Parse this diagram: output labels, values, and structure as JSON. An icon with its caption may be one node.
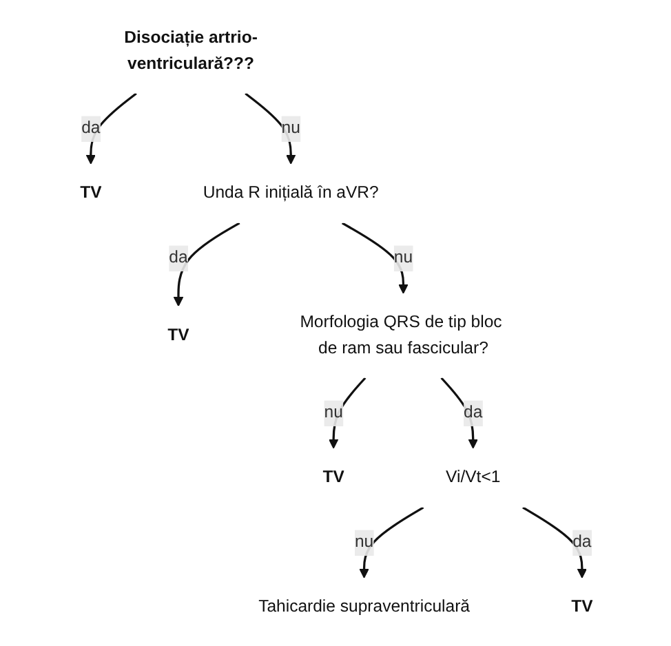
{
  "diagram": {
    "nodes": [
      {
        "text": [
          "Disociație artrio-ventriculară???"
        ]
      },
      {
        "text": [
          "TV"
        ]
      },
      {
        "text": [
          "Unda R inițială în aVR?"
        ]
      },
      {
        "text": [
          "TV"
        ]
      },
      {
        "text": [
          "Morfologia QRS de tip bloc de ram sau fascicular?"
        ]
      },
      {
        "text": [
          "TV"
        ]
      },
      {
        "text": [
          "Vi/Vt<1"
        ]
      },
      {
        "text": [
          "TV"
        ]
      },
      {
        "text": [
          "Tahicardie supraventriculară"
        ]
      }
    ],
    "edges": [
      {
        "from": 0,
        "to": 2,
        "label": "nu",
        "arrow": "to"
      },
      {
        "from": 0,
        "to": 1,
        "label": "da",
        "arrow": "to"
      },
      {
        "from": 2,
        "to": 4,
        "label": "nu",
        "arrow": "to"
      },
      {
        "from": 2,
        "to": 3,
        "label": "da",
        "arrow": "to"
      },
      {
        "from": 4,
        "to": 6,
        "label": "da",
        "arrow": "to"
      },
      {
        "from": 4,
        "to": 5,
        "label": "nu",
        "arrow": "to"
      },
      {
        "from": 6,
        "to": 8,
        "label": "nu",
        "arrow": "to"
      },
      {
        "from": 6,
        "to": 7,
        "label": "da",
        "arrow": "to"
      }
    ]
  }
}
